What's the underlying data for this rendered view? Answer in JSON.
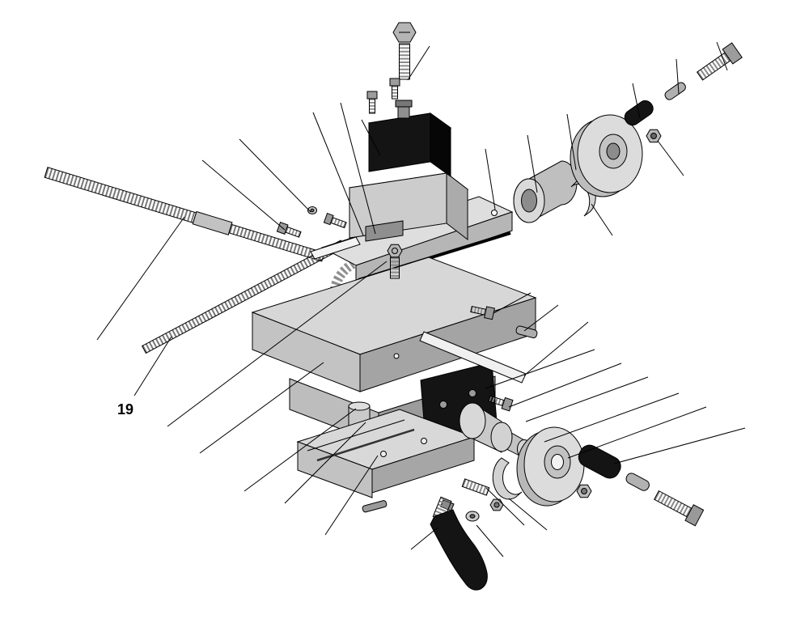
{
  "diagram": {
    "type": "exploded-parts-diagram",
    "subject": "machine-tool compound slide exploded view",
    "background": "#ffffff",
    "line_color": "#000000",
    "labels": {
      "part_19": "19"
    },
    "colors": {
      "body_light": "#dedede",
      "body_mid": "#c3c3c3",
      "body_dark": "#a4a4a4",
      "black_part": "#141414",
      "thread_gray": "#787878",
      "steel_gray": "#b0b0b0",
      "white_strip": "#f2f2f2"
    },
    "parts": [
      "hex-head-bolt-top",
      "set-screw-small-1",
      "set-screw-small-2",
      "tool-post",
      "tool-post-base",
      "lead-screw",
      "feed-screw",
      "gear-sector",
      "gib-strip-top",
      "top-slide-rail",
      "table-lock-bolt",
      "compound-table",
      "saddle",
      "bearing-block",
      "column-post",
      "base-slide",
      "gib-strip-right",
      "bearing-sleeve",
      "thrust-washer-upper",
      "dial-flange-upper",
      "handle-pin-black",
      "hex-nut-upper",
      "roll-pin-upper",
      "hex-bolt-upper-right",
      "cross-feed-dial",
      "thrust-washer-lower",
      "handwheel-flange",
      "handle-grip",
      "hex-nut-lower",
      "roll-pin-lower",
      "hex-bolt-lower-right",
      "threaded-pin",
      "small-washer",
      "small-nut",
      "clamp-lever",
      "lever-stud",
      "gib-screw"
    ]
  }
}
